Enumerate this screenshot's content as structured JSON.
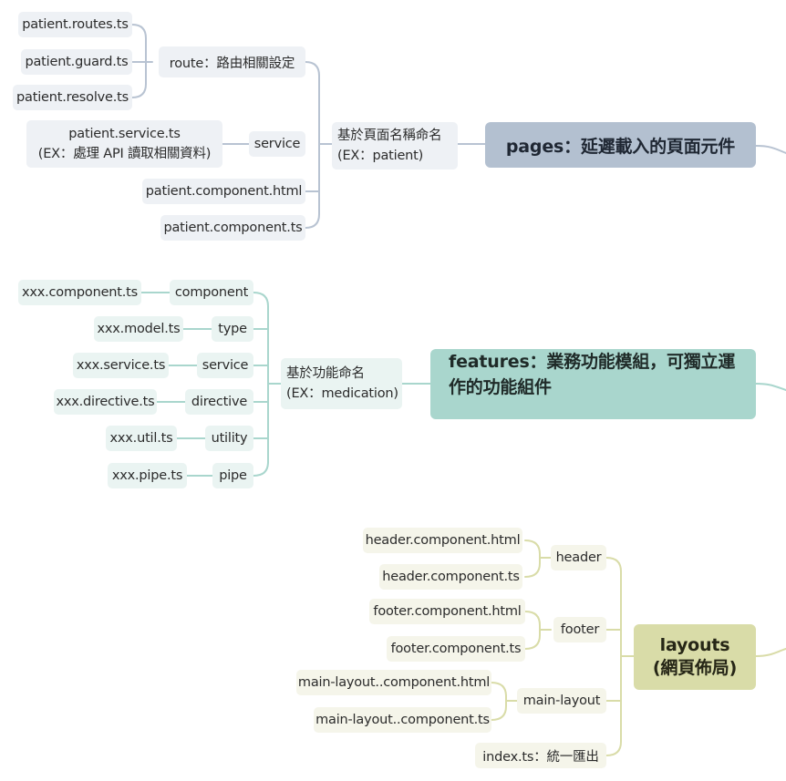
{
  "colors": {
    "blue": "#b3c0d0",
    "teal": "#a9d6cd",
    "olive": "#d9dca8"
  },
  "pages": {
    "root": "pages：延遲載入的頁面元件",
    "group": {
      "line1": "基於頁面名稱命名",
      "line2": "(EX：patient)"
    },
    "route": "route：路由相關設定",
    "route_files": [
      "patient.routes.ts",
      "patient.guard.ts",
      "patient.resolve.ts"
    ],
    "service": "service",
    "service_file": {
      "line1": "patient.service.ts",
      "line2": "(EX：處理 API 讀取相關資料)"
    },
    "component_html": "patient.component.html",
    "component_ts": "patient.component.ts"
  },
  "features": {
    "root": {
      "line1": "features：業務功能模組，可獨立運",
      "line2": "作的功能組件"
    },
    "group": {
      "line1": "基於功能命名",
      "line2": "(EX：medication)"
    },
    "items": [
      {
        "label": "component",
        "file": "xxx.component.ts"
      },
      {
        "label": "type",
        "file": "xxx.model.ts"
      },
      {
        "label": "service",
        "file": "xxx.service.ts"
      },
      {
        "label": "directive",
        "file": "xxx.directive.ts"
      },
      {
        "label": "utility",
        "file": "xxx.util.ts"
      },
      {
        "label": "pipe",
        "file": "xxx.pipe.ts"
      }
    ]
  },
  "layouts": {
    "root": {
      "line1": "layouts",
      "line2": "(網頁佈局)"
    },
    "header": {
      "label": "header",
      "files": [
        "header.component.html",
        "header.component.ts"
      ]
    },
    "footer": {
      "label": "footer",
      "files": [
        "footer.component.html",
        "footer.component.ts"
      ]
    },
    "main_layout": {
      "label": "main-layout",
      "files": [
        "main-layout..component.html",
        "main-layout..component.ts"
      ]
    },
    "index": "index.ts：統一匯出"
  }
}
